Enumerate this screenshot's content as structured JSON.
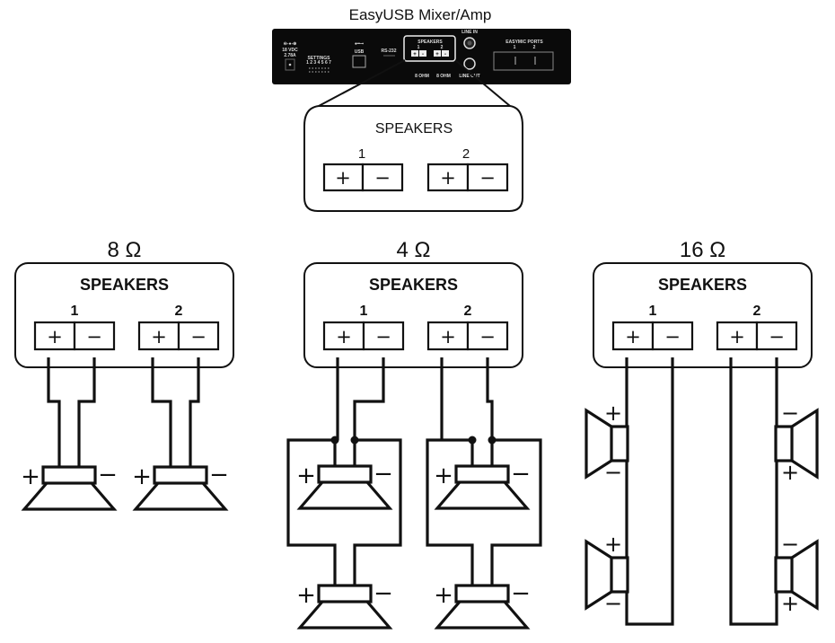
{
  "title": "EasyUSB Mixer/Amp",
  "amp_panel": {
    "power_label": "18 VDC",
    "power_rating": "2.78A",
    "settings_label": "SETTINGS",
    "usb_label": "USB",
    "rs232_label": "RS-232",
    "speakers_label": "SPEAKERS",
    "ch1": "1",
    "ch2": "2",
    "ohm1": "8 OHM",
    "ohm2": "8 OHM",
    "line_in": "LINE IN",
    "line_out": "LINE OUT",
    "easymic_label": "EASYMIC PORTS",
    "easymic_1": "1",
    "easymic_2": "2"
  },
  "callout": {
    "title": "SPEAKERS",
    "ch1": "1",
    "ch2": "2",
    "plus": "+",
    "minus": "−"
  },
  "configs": [
    {
      "impedance": "8 Ω",
      "panel_title": "SPEAKERS",
      "ch1": "1",
      "ch2": "2",
      "wiring": "one speaker per channel",
      "speakers_per_channel": 1
    },
    {
      "impedance": "4 Ω",
      "panel_title": "SPEAKERS",
      "ch1": "1",
      "ch2": "2",
      "wiring": "two speakers in parallel per channel",
      "speakers_per_channel": 2
    },
    {
      "impedance": "16 Ω",
      "panel_title": "SPEAKERS",
      "ch1": "1",
      "ch2": "2",
      "wiring": "two speakers in series per channel",
      "speakers_per_channel": 2
    }
  ],
  "symbols": {
    "plus": "+",
    "minus": "−"
  }
}
